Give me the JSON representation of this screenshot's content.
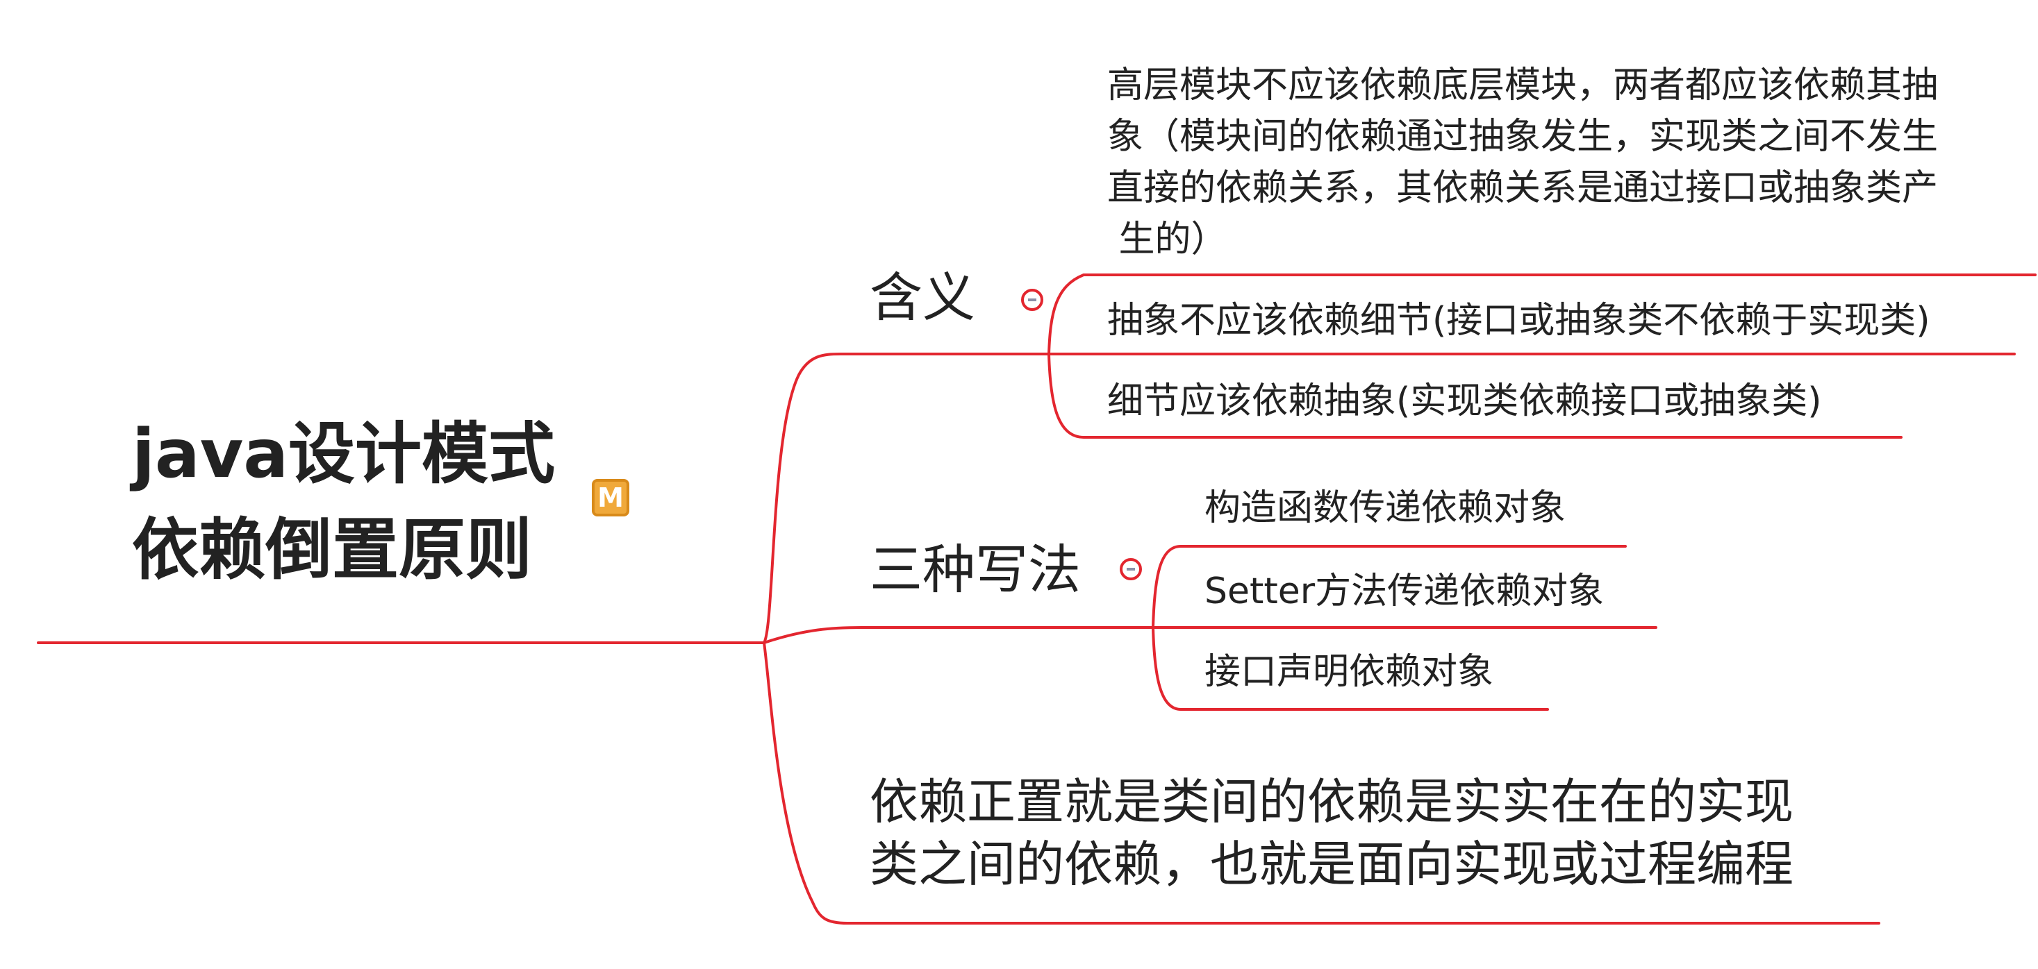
{
  "colors": {
    "connector": "#e3262f",
    "text": "#222222",
    "marker": "#f0a93b"
  },
  "root": {
    "title_line1": "java设计模式",
    "title_line2": "依赖倒置原则",
    "marker_icon": "M"
  },
  "branches": {
    "meaning": {
      "label": "含义",
      "children": {
        "definition": {
          "lines": [
            "高层模块不应该依赖底层模块，两者都应该依赖其抽",
            "象（模块间的依赖通过抽象发生，实现类之间不发生",
            "直接的依赖关系，其依赖关系是通过接口或抽象类产",
            " 生的）"
          ]
        },
        "abstraction": "抽象不应该依赖细节(接口或抽象类不依赖于实现类)",
        "detail": "细节应该依赖抽象(实现类依赖接口或抽象类)"
      }
    },
    "three_ways": {
      "label": "三种写法",
      "children": {
        "constructor": "构造函数传递依赖对象",
        "setter": "Setter方法传递依赖对象",
        "interface": "接口声明依赖对象"
      }
    },
    "conclusion": {
      "lines": [
        "依赖正置就是类间的依赖是实实在在的实现",
        "类之间的依赖，也就是面向实现或过程编程"
      ]
    }
  }
}
